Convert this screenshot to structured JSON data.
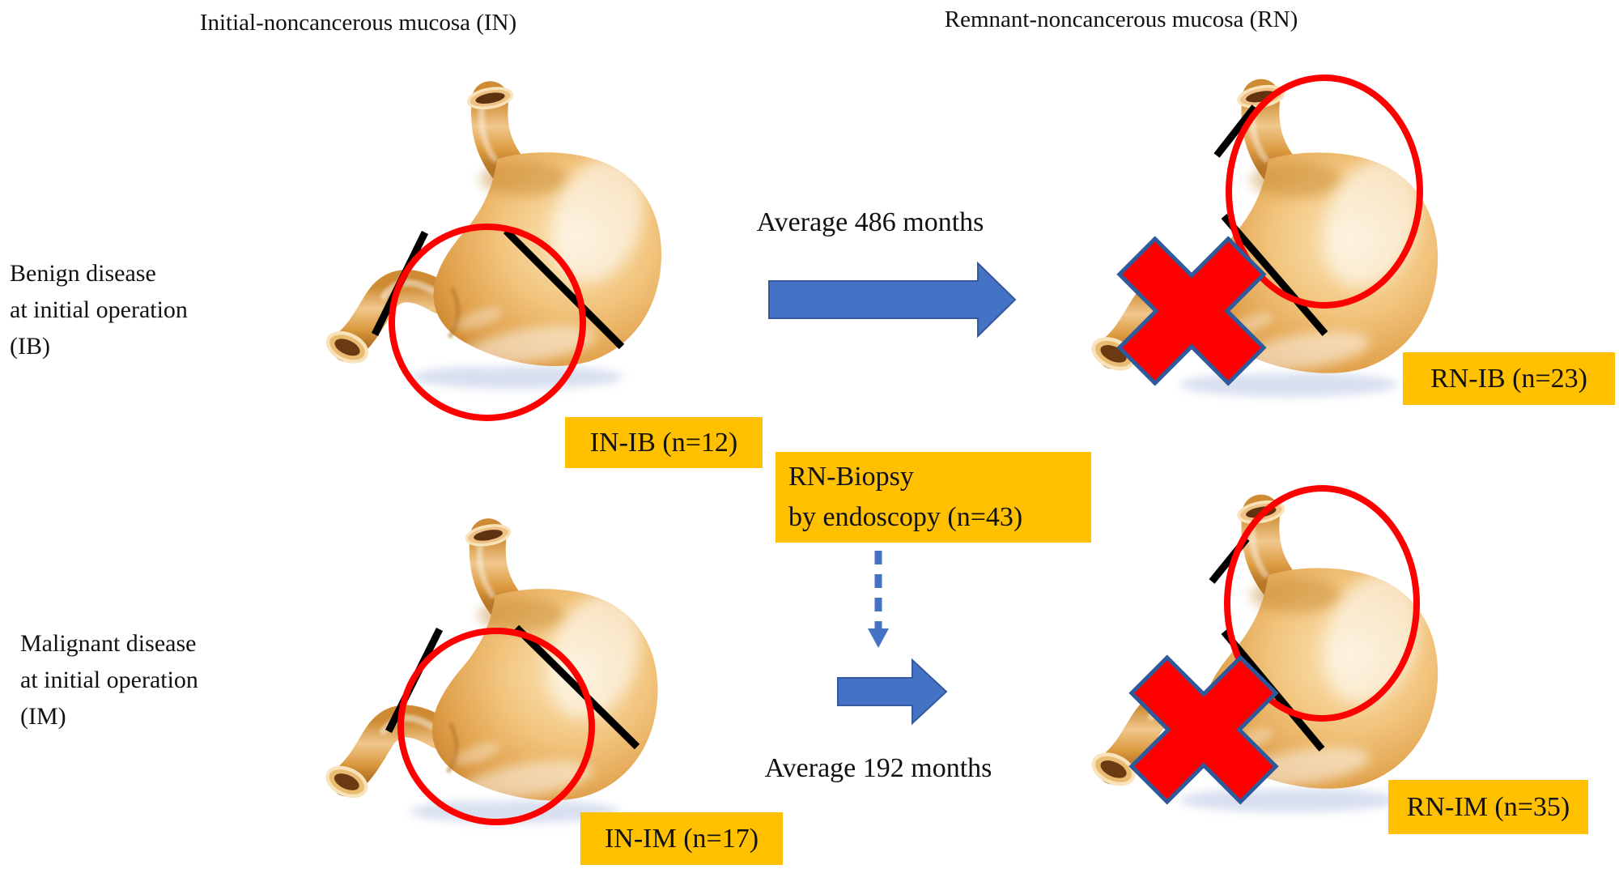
{
  "figure": {
    "columns": {
      "left_title": "Initial-noncancerous mucosa (IN)",
      "right_title": "Remnant-noncancerous mucosa (RN)"
    },
    "rows": {
      "benign": {
        "lines": [
          "Benign disease",
          "at initial operation",
          "(IB)"
        ]
      },
      "malignant": {
        "lines": [
          "Malignant disease",
          "at initial operation",
          "(IM)"
        ]
      }
    },
    "arrows": {
      "ib_caption": "Average 486 months",
      "im_caption": "Average 192 months"
    },
    "biopsy": {
      "line1": "RN-Biopsy",
      "line2": "by endoscopy (n=43)"
    },
    "tags": {
      "in_ib": "IN-IB (n=12)",
      "rn_ib": "RN-IB (n=23)",
      "in_im": "IN-IM (n=17)",
      "rn_im": "RN-IM (n=35)"
    },
    "icons": {
      "stomach": "stomach-illustration",
      "red_circle": "resection-region-circle",
      "black_line": "transection-line",
      "red_x": "removed-region-x",
      "blue_arrow": "flow-arrow",
      "dashed_arrow": "biopsy-dashed-arrow"
    },
    "colors": {
      "tag_bg": "#FFC000",
      "arrow_blue": "#4472C4",
      "mark_red": "#FF0000",
      "x_border": "#2E5A9B",
      "line_black": "#000000",
      "stomach_tan": "#E0A04A",
      "text": "#111111"
    }
  }
}
